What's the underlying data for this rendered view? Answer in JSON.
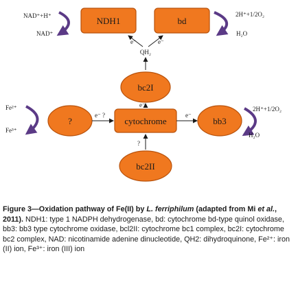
{
  "nodes": {
    "ndh1": "NDH1",
    "bd": "bd",
    "bc2i": "bc2I",
    "cytochrome": "cytochrome",
    "question": "?",
    "bb3": "bb3",
    "bc2ii": "bc2II"
  },
  "labels": {
    "nad_h": "NAD⁺+H⁺",
    "nad": "NAD⁺",
    "h2_o2": "2H⁺+1/2O₂",
    "h2o": "H₂O",
    "qh2": "QH₂",
    "fe2": "Fe²⁺",
    "fe3": "Fe³⁺",
    "e_ndh": "e⁻",
    "e_bd": "e⁻",
    "e_bc2i": "e⁻",
    "e_q": "e⁻ ?",
    "e_bb3": "e⁻",
    "q_bc2ii": "?",
    "h2_o2_b": "2H⁺+1/2O₂",
    "h2o_b": "H₂O"
  },
  "caption": {
    "fig_label": "Figure 3",
    "title_a": "—Oxidation pathway of Fe(II) by ",
    "species": "L. ferriphilum",
    "title_b": " (adapted from Mi",
    "etal": "et al.",
    "title_c": ", 2011).",
    "body": "NDH1: type 1 NADPH dehydrogenase, bd: cytochrome bd-type quinol oxidase, bb3: bb3 type cytochrome oxidase, bcl2II: cytochrome bc1 complex, bc2I: cytochrome bc2 complex, NAD: nicotinamide adenine dinucleotide, QH2: dihydroquinone, Fe²⁺: iron (II) ion, Fe³⁺: iron (III) ion"
  }
}
